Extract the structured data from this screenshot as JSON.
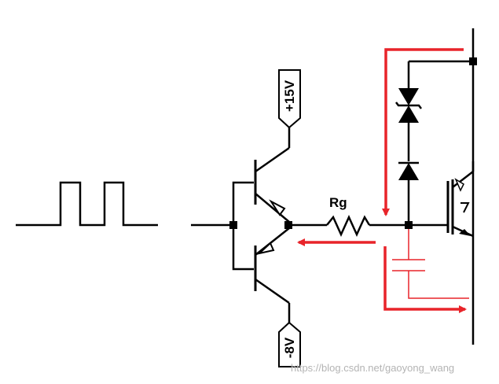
{
  "labels": {
    "vpos": "+15V",
    "vneg": "-8V",
    "resistor": "Rg",
    "watermark": "https://blog.csdn.net/gaoyong_wang"
  },
  "colors": {
    "wire": "#000000",
    "current_arrow": "#e8242a",
    "miller_cap": "#e8242a",
    "background": "#ffffff"
  },
  "components": [
    "square-pulse-input",
    "npn-transistor",
    "pnp-transistor",
    "gate-resistor",
    "tvs-diode",
    "blocking-diode",
    "miller-capacitor",
    "igbt"
  ]
}
